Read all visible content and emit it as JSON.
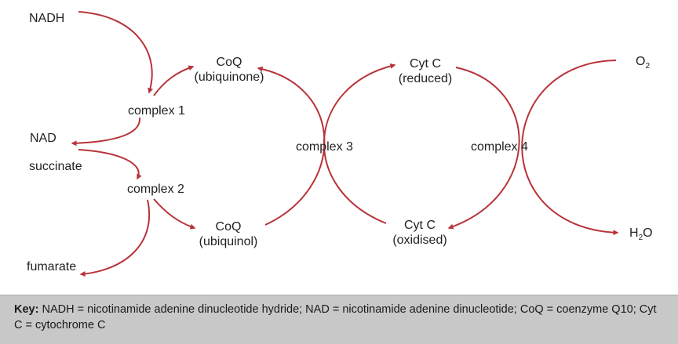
{
  "colors": {
    "arrow": "#b8333a",
    "key_background": "#c8c8c8"
  },
  "labels": {
    "nadh": "NADH",
    "nad": "NAD",
    "succinate": "succinate",
    "fumarate": "fumarate",
    "complex1": "complex 1",
    "complex2": "complex 2",
    "complex3": "complex 3",
    "complex4": "complex 4",
    "coq_top_name": "CoQ",
    "coq_top_state": "(ubiquinone)",
    "coq_bottom_name": "CoQ",
    "coq_bottom_state": "(ubiquinol)",
    "cytc_top_name": "Cyt C",
    "cytc_top_state": "(reduced)",
    "cytc_bottom_name": "Cyt C",
    "cytc_bottom_state": "(oxidised)",
    "o2_base": "O",
    "o2_sub": "2",
    "h2o_h": "H",
    "h2o_sub": "2",
    "h2o_o": "O"
  },
  "key": {
    "heading": "Key:",
    "text": "NADH = nicotinamide adenine dinucleotide hydride; NAD = nicotinamide adenine dinucleotide; CoQ = coenzyme Q10; Cyt C = cytochrome C"
  }
}
